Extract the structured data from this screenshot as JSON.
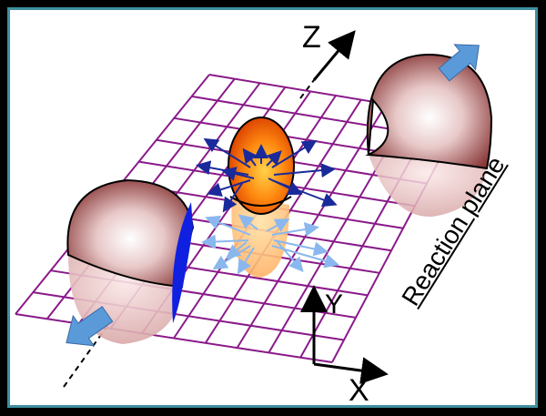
{
  "labels": {
    "z_axis": "Z",
    "y_axis": "Y",
    "x_axis": "X",
    "plane": "Reaction plane"
  },
  "colors": {
    "border": "#3f8f9f",
    "grid": "#8a1a8a",
    "nucleus": "#b86a6a",
    "overlap": "#ff6a00",
    "flow_dark": "#1a2a9a",
    "flow_light": "#8ab8ee",
    "arrow_blue": "#5a9ad8"
  }
}
